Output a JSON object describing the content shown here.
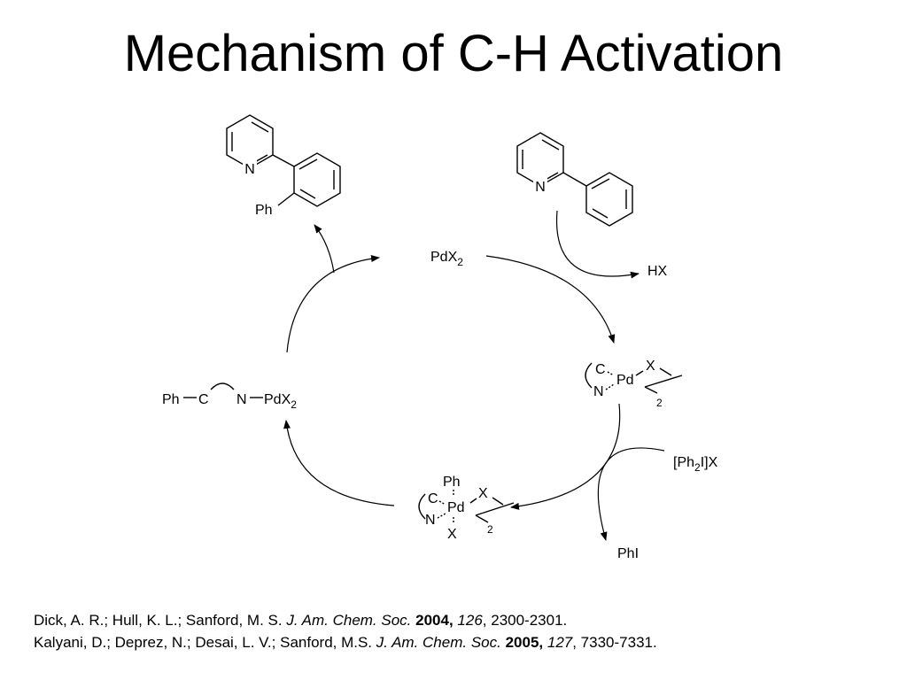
{
  "title": "Mechanism of C-H Activation",
  "scheme": {
    "catalyst": {
      "pd": "PdX",
      "sub": "2"
    },
    "byproduct_top": "HX",
    "substrate_top": {
      "n_label": "N"
    },
    "product_top": {
      "n_label": "N",
      "ph_label": "Ph"
    },
    "palladacycle_dimer": {
      "c": "C",
      "n": "N",
      "pd": "Pd",
      "x": "X",
      "sub": "2"
    },
    "oxidant": {
      "pre": "[Ph",
      "sub": "2",
      "post": "I]X"
    },
    "byproduct_bottom": "PhI",
    "pd4_dimer": {
      "ph": "Ph",
      "c": "C",
      "n": "N",
      "pd": "Pd",
      "x_top": "X",
      "x_bottom": "X",
      "sub": "2"
    },
    "reductive_elim": {
      "ph": "Ph",
      "c": "C",
      "n": "N",
      "pd": "PdX",
      "sub": "2"
    }
  },
  "references": [
    {
      "authors": "Dick, A. R.; Hull, K. L.; Sanford, M. S. ",
      "journal": "J. Am. Chem. Soc.",
      "year": "2004,",
      "volume": "126",
      "pages": ", 2300-2301."
    },
    {
      "authors": "Kalyani, D.; Deprez, N.; Desai, L. V.; Sanford, M.S. ",
      "journal": "J. Am. Chem. Soc.",
      "year": "2005,",
      "volume": "127",
      "pages": ", 7330-7331."
    }
  ],
  "colors": {
    "text": "#000000",
    "background": "#ffffff"
  }
}
